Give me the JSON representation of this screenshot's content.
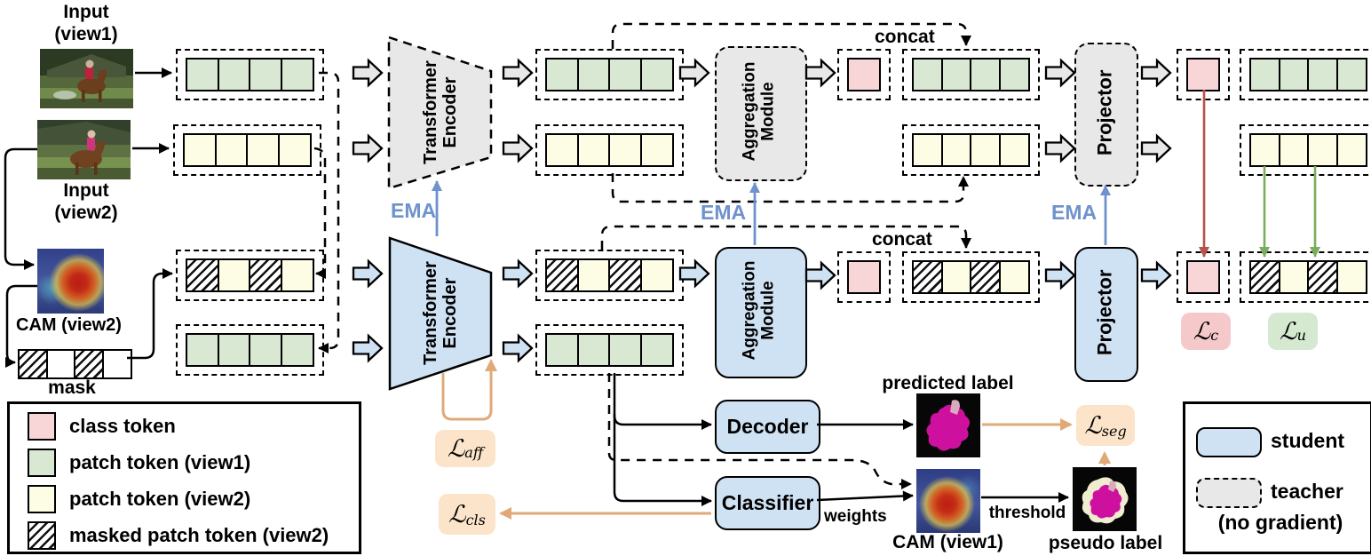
{
  "colors": {
    "token-green": "#d9e8d2",
    "token-yellow": "#fdfce4",
    "token-pink": "#f8d6d8",
    "student-blue": "#cfe2f4",
    "teacher-gray": "#e8e8e8",
    "ema-blue": "#6e92cc",
    "loss-orange": "#e0aa78",
    "loss-orange-bg": "#fbe4c9",
    "loss-red": "#b8504c",
    "loss-red-bg": "#f5c9ca",
    "loss-green": "#7aad5c",
    "loss-green-bg": "#d5e8d0"
  },
  "left": {
    "input1_label": "Input\n(view1)",
    "input2_label": "Input\n(view2)",
    "cam2_label": "CAM (view2)",
    "mask_label": "mask"
  },
  "modules": {
    "encoder": "Transformer\nEncoder",
    "aggregation": "Aggregation\nModule",
    "projector": "Projector",
    "decoder": "Decoder",
    "classifier": "Classifier",
    "ema": "EMA",
    "concat": "concat"
  },
  "losses": {
    "aff": {
      "sym": "ℒ",
      "sub": "aff"
    },
    "cls": {
      "sym": "ℒ",
      "sub": "cls"
    },
    "seg": {
      "sym": "ℒ",
      "sub": "seg"
    },
    "c": {
      "sym": "ℒ",
      "sub": "c"
    },
    "u": {
      "sym": "ℒ",
      "sub": "u"
    }
  },
  "annotations": {
    "predicted_label": "predicted label",
    "cam1_label": "CAM (view1)",
    "pseudo_label": "pseudo label",
    "weights": "weights",
    "threshold": "threshold"
  },
  "legend_tokens": {
    "items": [
      {
        "type": "p",
        "label": "class token"
      },
      {
        "type": "g",
        "label": "patch token (view1)"
      },
      {
        "type": "y",
        "label": "patch token (view2)"
      },
      {
        "type": "m",
        "label": "masked patch token (view2)"
      }
    ]
  },
  "legend_roles": {
    "student": "student",
    "teacher": "teacher",
    "teacher_note": "(no gradient)"
  },
  "rows": {
    "mask": [
      "m",
      "w",
      "m",
      "w"
    ],
    "pre_teacher_view1": [
      "g",
      "g",
      "g",
      "g"
    ],
    "pre_teacher_view2": [
      "y",
      "y",
      "y",
      "y"
    ],
    "pre_student_masked": [
      "m",
      "y",
      "m",
      "y"
    ],
    "pre_student_view1": [
      "g",
      "g",
      "g",
      "g"
    ],
    "post_teacher_view1": [
      "g",
      "g",
      "g",
      "g"
    ],
    "post_teacher_view2": [
      "y",
      "y",
      "y",
      "y"
    ],
    "post_student_masked": [
      "m",
      "y",
      "m",
      "y"
    ],
    "post_student_view1": [
      "g",
      "g",
      "g",
      "g"
    ],
    "agg_teacher_class": [
      "p"
    ],
    "agg_teacher_view1": [
      "g",
      "g",
      "g",
      "g"
    ],
    "agg_teacher_view2": [
      "y",
      "y",
      "y",
      "y"
    ],
    "agg_student_class": [
      "p"
    ],
    "agg_student_masked": [
      "m",
      "y",
      "m",
      "y"
    ],
    "out_teacher_class": [
      "p"
    ],
    "out_teacher_view1": [
      "g",
      "g",
      "g",
      "g"
    ],
    "out_teacher_view2": [
      "y",
      "y",
      "y",
      "y"
    ],
    "out_student_class": [
      "p"
    ],
    "out_student_masked": [
      "m",
      "y",
      "m",
      "y"
    ]
  }
}
